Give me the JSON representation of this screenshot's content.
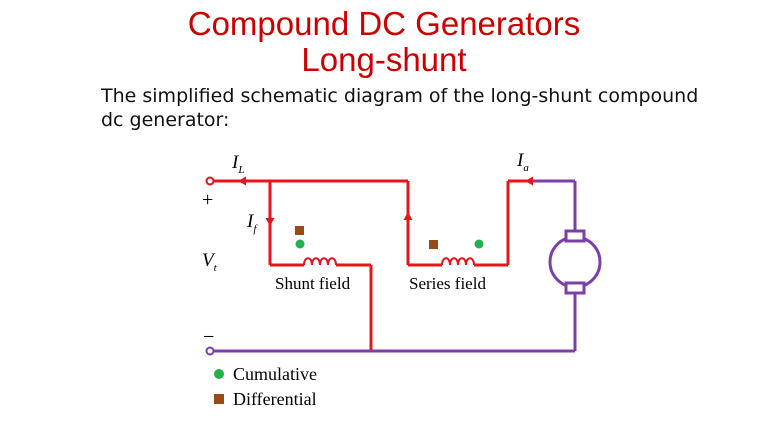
{
  "title": {
    "line1": "Compound DC Generators",
    "line2": "Long-shunt"
  },
  "description": "The simplified schematic diagram of the long-shunt compound dc generator:",
  "diagram": {
    "labels": {
      "load_current": "I",
      "load_current_sub": "L",
      "armature_current": "I",
      "armature_current_sub": "a",
      "field_current": "I",
      "field_current_sub": "f",
      "terminal_voltage": "V",
      "terminal_voltage_sub": "t",
      "plus": "+",
      "minus": "−",
      "shunt_field": "Shunt field",
      "series_field": "Series field"
    },
    "legend": {
      "cumulative": "Cumulative",
      "differential": "Differential"
    },
    "colors": {
      "title": "#cc0000",
      "wire_red": "#e8141c",
      "wire_purple": "#7b3fa8",
      "dot_green": "#22b14c",
      "square_brown": "#9a4a12"
    }
  }
}
